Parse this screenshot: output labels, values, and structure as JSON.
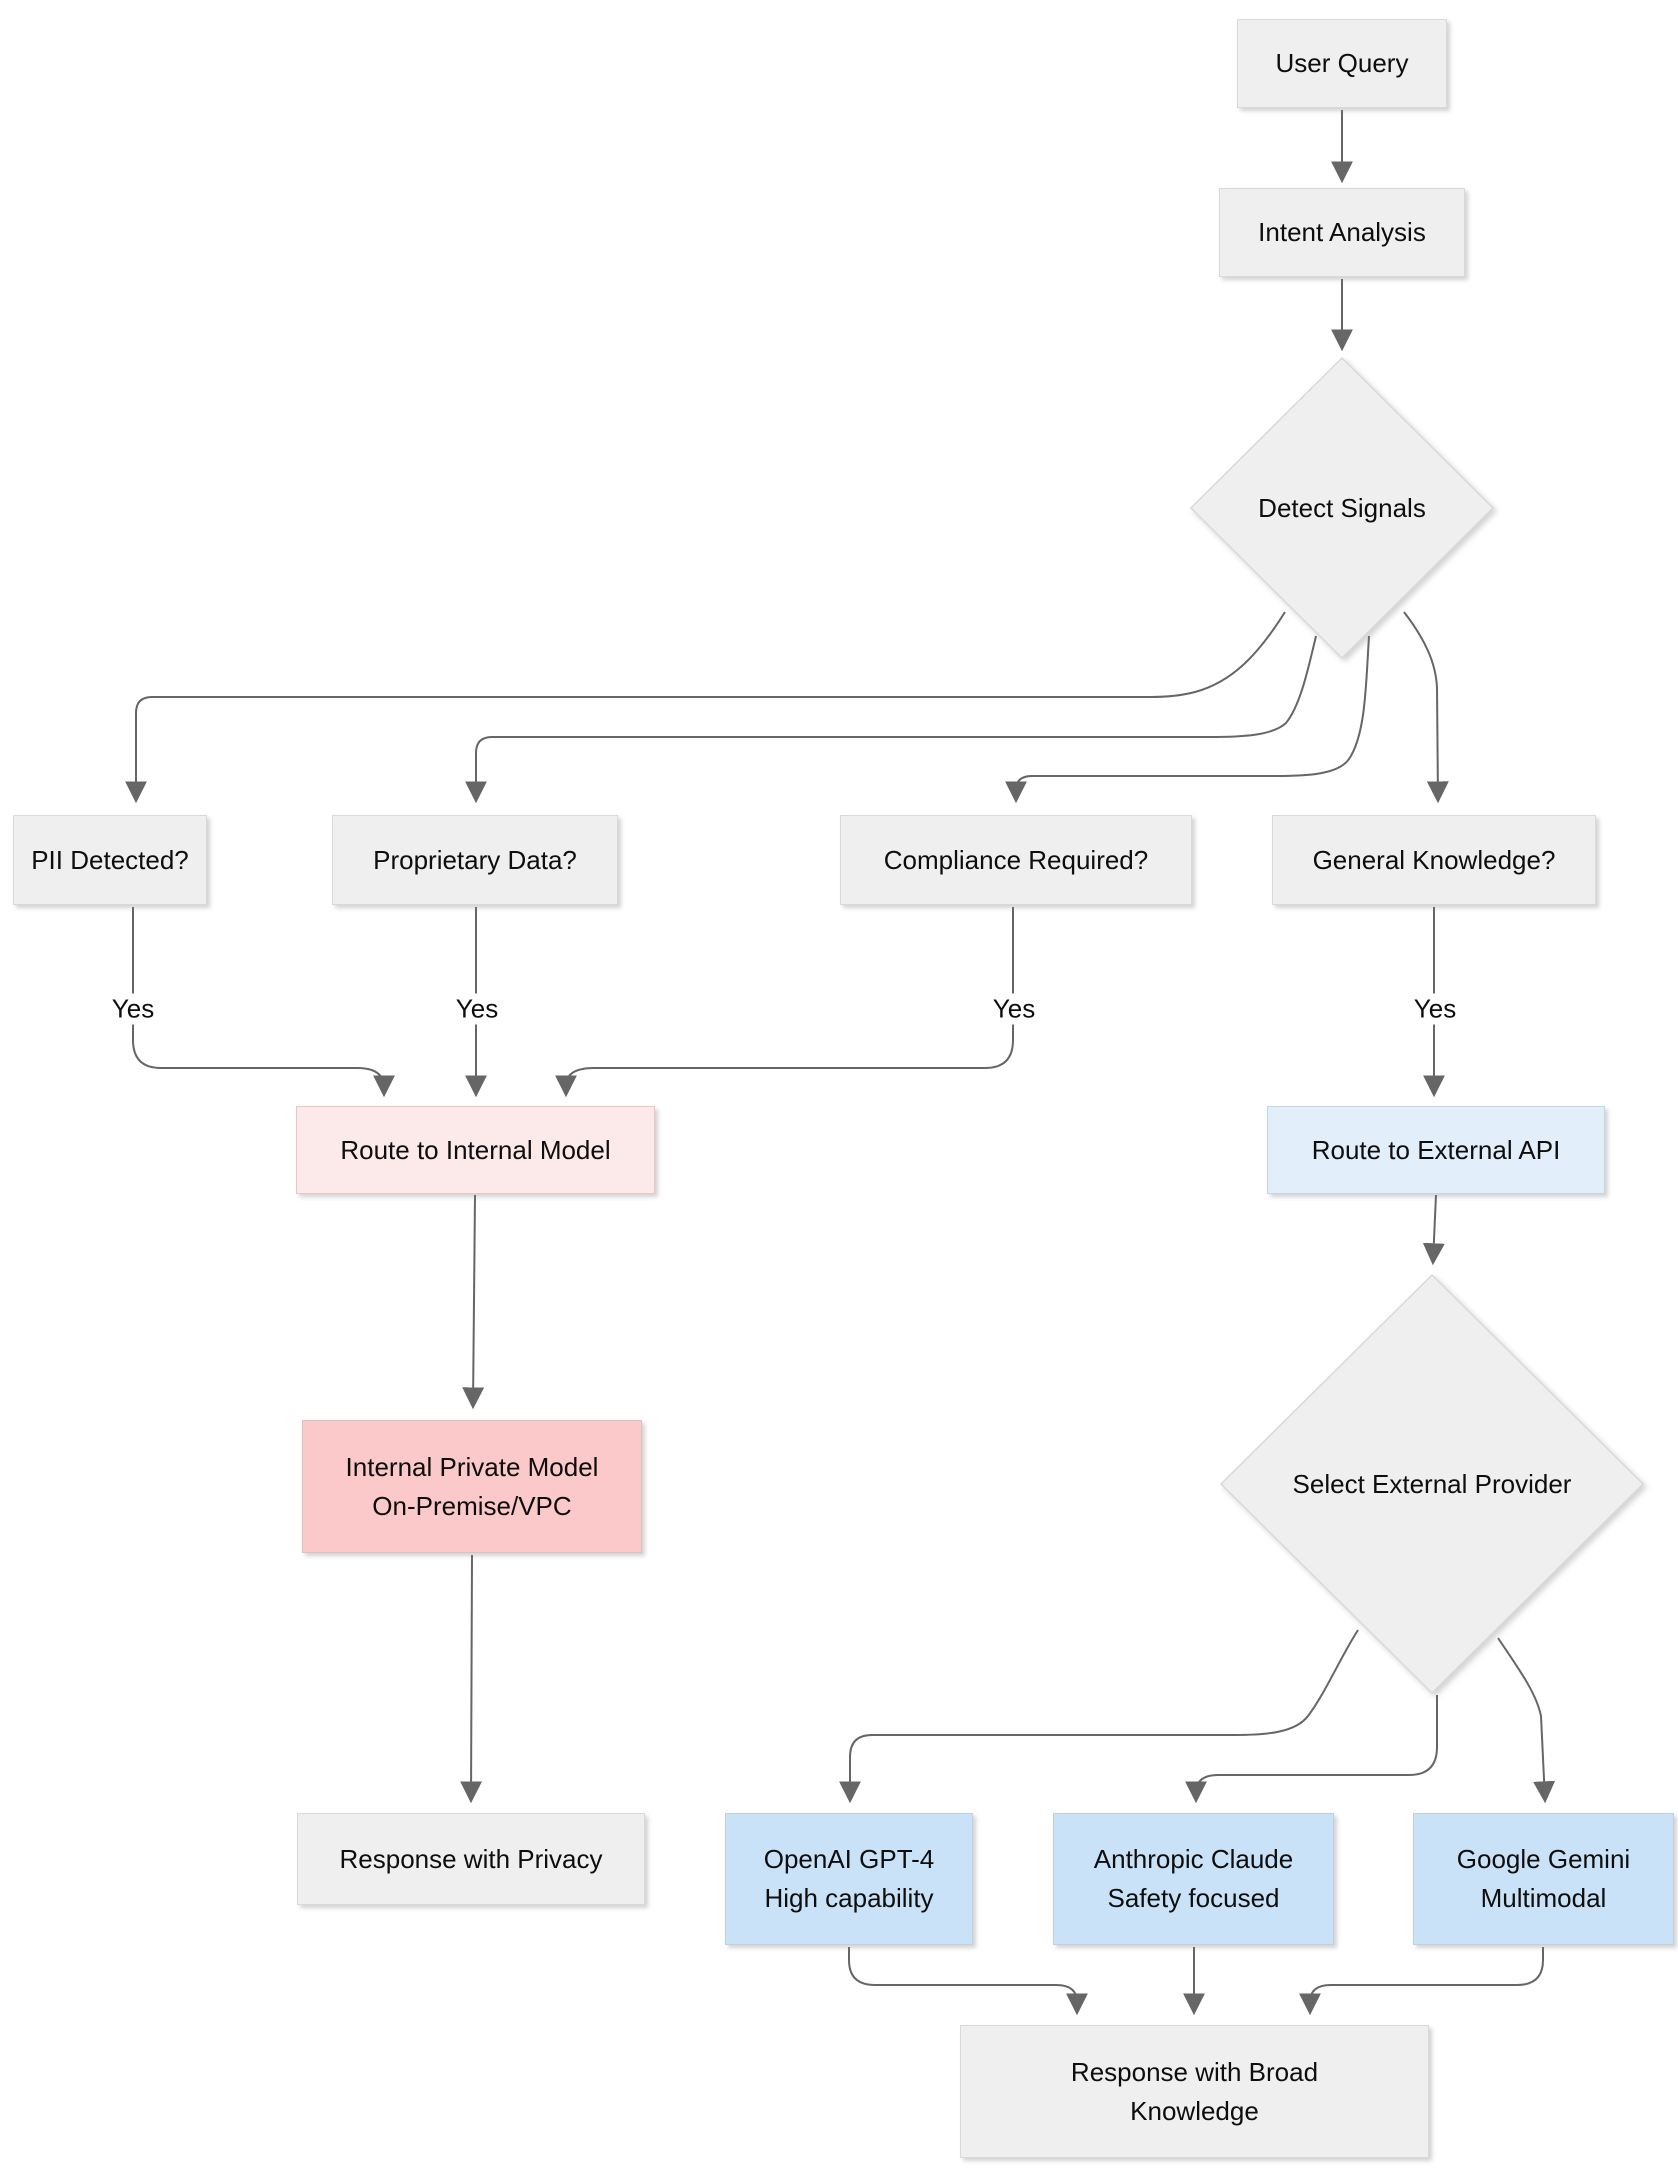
{
  "diagram": {
    "type": "flowchart",
    "direction": "top-down",
    "nodes": {
      "user_query": {
        "label": "User Query",
        "shape": "rect",
        "color": "#efefef"
      },
      "intent_analysis": {
        "label": "Intent Analysis",
        "shape": "rect",
        "color": "#efefef"
      },
      "detect_signals": {
        "label": "Detect Signals",
        "shape": "diamond",
        "color": "#efefef"
      },
      "pii_detected": {
        "label": "PII Detected?",
        "shape": "rect",
        "color": "#efefef"
      },
      "proprietary_data": {
        "label": "Proprietary Data?",
        "shape": "rect",
        "color": "#efefef"
      },
      "compliance_required": {
        "label": "Compliance Required?",
        "shape": "rect",
        "color": "#efefef"
      },
      "general_knowledge": {
        "label": "General Knowledge?",
        "shape": "rect",
        "color": "#efefef"
      },
      "route_internal": {
        "label": "Route to Internal Model",
        "shape": "rect",
        "color": "#fce9e9"
      },
      "route_external": {
        "label": "Route to External API",
        "shape": "rect",
        "color": "#e3eefb"
      },
      "internal_model": {
        "label": "Internal Private Model\nOn-Premise/VPC",
        "shape": "rect",
        "color": "#fbc9c9"
      },
      "select_provider": {
        "label": "Select External Provider",
        "shape": "diamond",
        "color": "#efefef"
      },
      "openai": {
        "label": "OpenAI GPT-4\nHigh capability",
        "shape": "rect",
        "color": "#c9e2f8"
      },
      "anthropic": {
        "label": "Anthropic Claude\nSafety focused",
        "shape": "rect",
        "color": "#c9e2f8"
      },
      "gemini": {
        "label": "Google Gemini\nMultimodal",
        "shape": "rect",
        "color": "#c9e2f8"
      },
      "response_privacy": {
        "label": "Response with Privacy",
        "shape": "rect",
        "color": "#efefef"
      },
      "response_broad": {
        "label": "Response with Broad\nKnowledge",
        "shape": "rect",
        "color": "#efefef"
      }
    },
    "edges": [
      {
        "from": "user_query",
        "to": "intent_analysis",
        "label": ""
      },
      {
        "from": "intent_analysis",
        "to": "detect_signals",
        "label": ""
      },
      {
        "from": "detect_signals",
        "to": "pii_detected",
        "label": ""
      },
      {
        "from": "detect_signals",
        "to": "proprietary_data",
        "label": ""
      },
      {
        "from": "detect_signals",
        "to": "compliance_required",
        "label": ""
      },
      {
        "from": "detect_signals",
        "to": "general_knowledge",
        "label": ""
      },
      {
        "from": "pii_detected",
        "to": "route_internal",
        "label": "Yes"
      },
      {
        "from": "proprietary_data",
        "to": "route_internal",
        "label": "Yes"
      },
      {
        "from": "compliance_required",
        "to": "route_internal",
        "label": "Yes"
      },
      {
        "from": "general_knowledge",
        "to": "route_external",
        "label": "Yes"
      },
      {
        "from": "route_internal",
        "to": "internal_model",
        "label": ""
      },
      {
        "from": "internal_model",
        "to": "response_privacy",
        "label": ""
      },
      {
        "from": "route_external",
        "to": "select_provider",
        "label": ""
      },
      {
        "from": "select_provider",
        "to": "openai",
        "label": ""
      },
      {
        "from": "select_provider",
        "to": "anthropic",
        "label": ""
      },
      {
        "from": "select_provider",
        "to": "gemini",
        "label": ""
      },
      {
        "from": "openai",
        "to": "response_broad",
        "label": ""
      },
      {
        "from": "anthropic",
        "to": "response_broad",
        "label": ""
      },
      {
        "from": "gemini",
        "to": "response_broad",
        "label": ""
      }
    ],
    "colors": {
      "node_fill": "#efefef",
      "node_border": "#d9d9d9",
      "internal_route_fill": "#fce9e9",
      "internal_model_fill": "#fbc9c9",
      "external_route_fill": "#e3eefb",
      "provider_fill": "#c9e2f8",
      "edge_stroke": "#666666",
      "text": "#0e0e0e",
      "background": "#ffffff"
    }
  }
}
